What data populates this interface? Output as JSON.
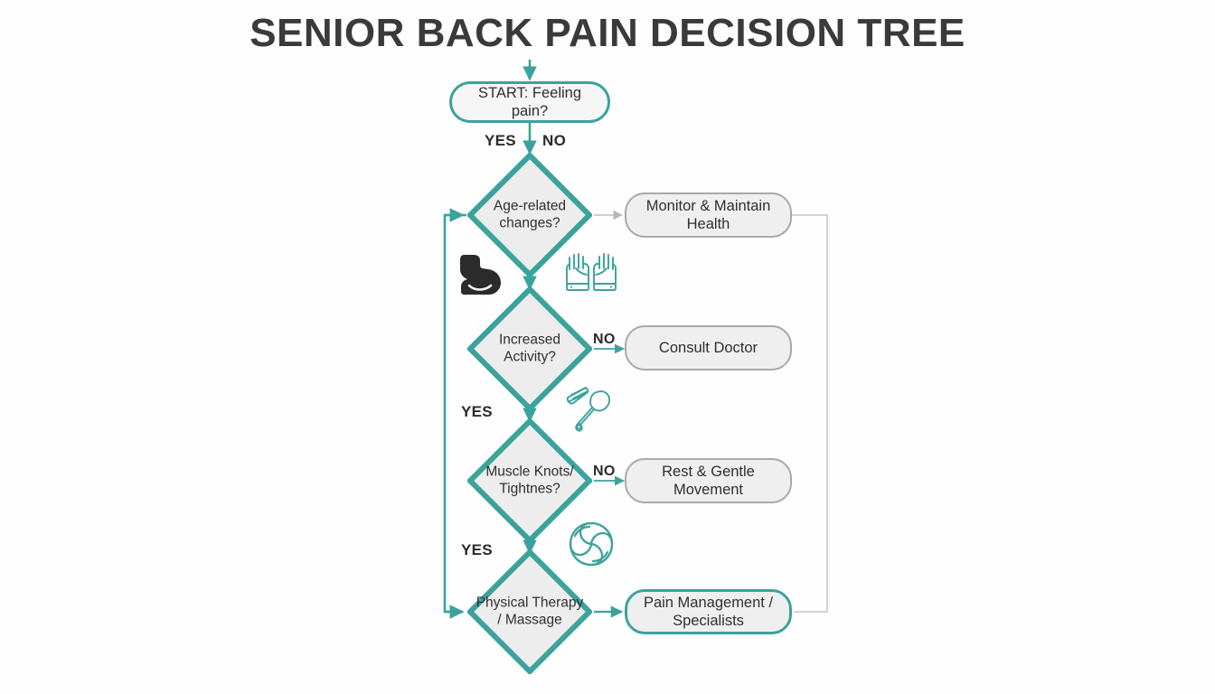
{
  "title": "SENIOR BACK PAIN DECISION TREE",
  "colors": {
    "teal": "#3ba39c",
    "gray_border": "#a9a9a9",
    "gray_fill": "#efefef",
    "text": "#2f2f2f",
    "title_text": "#3a3a3a",
    "background": "#ffffff"
  },
  "nodes": {
    "start": {
      "label": "START: Feeling pain?",
      "shape": "rounded-rectangle",
      "accent": "teal"
    },
    "decision1": {
      "label": "Age-related\nchanges?",
      "shape": "diamond",
      "accent": "teal"
    },
    "decision2": {
      "label": "Increased\nActivity?",
      "shape": "diamond",
      "accent": "teal"
    },
    "decision3": {
      "label": "Muscle Knots/\nTightnes?",
      "shape": "diamond",
      "accent": "teal"
    },
    "decision4": {
      "label": "Physical Therapy\n/ Massage",
      "shape": "diamond",
      "accent": "teal"
    },
    "outcome1": {
      "label": "Monitor & Maintain\nHealth",
      "shape": "rounded-rectangle",
      "accent": "gray"
    },
    "outcome2": {
      "label": "Consult Doctor",
      "shape": "rounded-rectangle",
      "accent": "gray"
    },
    "outcome3": {
      "label": "Rest & Gentle\nMovement",
      "shape": "rounded-rectangle",
      "accent": "gray"
    },
    "outcome4": {
      "label": "Pain Management /\nSpecialists",
      "shape": "rounded-rectangle",
      "accent": "teal"
    }
  },
  "edge_labels": {
    "start_yes": "YES",
    "start_no": "NO",
    "decision2_no": "NO",
    "decision2_yes": "YES",
    "decision3_no": "NO",
    "decision3_yes": "YES"
  },
  "icons": [
    {
      "name": "flexed-biceps-icon",
      "color": "#2b2b2b",
      "meaning": "muscle strength"
    },
    {
      "name": "gardening-gloves-icon",
      "color": "#3ba39c",
      "meaning": "yard work"
    },
    {
      "name": "garden-rake-trowel-icon",
      "color": "#3ba39c",
      "meaning": "gardening tools"
    },
    {
      "name": "celtic-knot-icon",
      "color": "#3ba39c",
      "meaning": "muscle knot"
    }
  ]
}
